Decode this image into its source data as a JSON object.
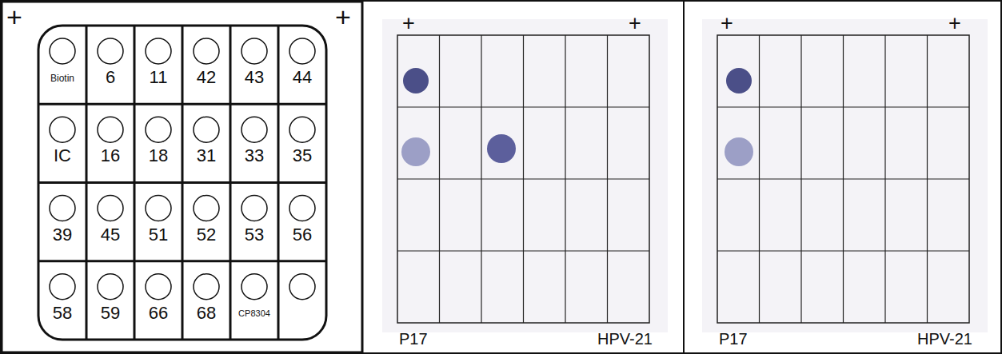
{
  "diagram": {
    "nodes": [
      {
        "text": [
          "Biotin"
        ]
      },
      {
        "text": [
          "6"
        ]
      },
      {
        "text": [
          "11"
        ]
      },
      {
        "text": [
          "42"
        ]
      },
      {
        "text": [
          "43"
        ]
      },
      {
        "text": [
          "44"
        ]
      },
      {
        "text": [
          "IC"
        ]
      },
      {
        "text": [
          "16"
        ]
      },
      {
        "text": [
          "18"
        ]
      },
      {
        "text": [
          "31"
        ]
      },
      {
        "text": [
          "33"
        ]
      },
      {
        "text": [
          "35"
        ]
      },
      {
        "text": [
          "39"
        ]
      },
      {
        "text": [
          "45"
        ]
      },
      {
        "text": [
          "51"
        ]
      },
      {
        "text": [
          "52"
        ]
      },
      {
        "text": [
          "53"
        ]
      },
      {
        "text": [
          "56"
        ]
      },
      {
        "text": [
          "58"
        ]
      },
      {
        "text": [
          "59"
        ]
      },
      {
        "text": [
          "66"
        ]
      },
      {
        "text": [
          "68"
        ]
      },
      {
        "text": [
          "CP8304"
        ]
      }
    ],
    "labels": [
      "+",
      "+",
      "+",
      "+",
      "P17",
      "HPV-21",
      "+",
      "+",
      "P17",
      "HPV-21"
    ]
  }
}
